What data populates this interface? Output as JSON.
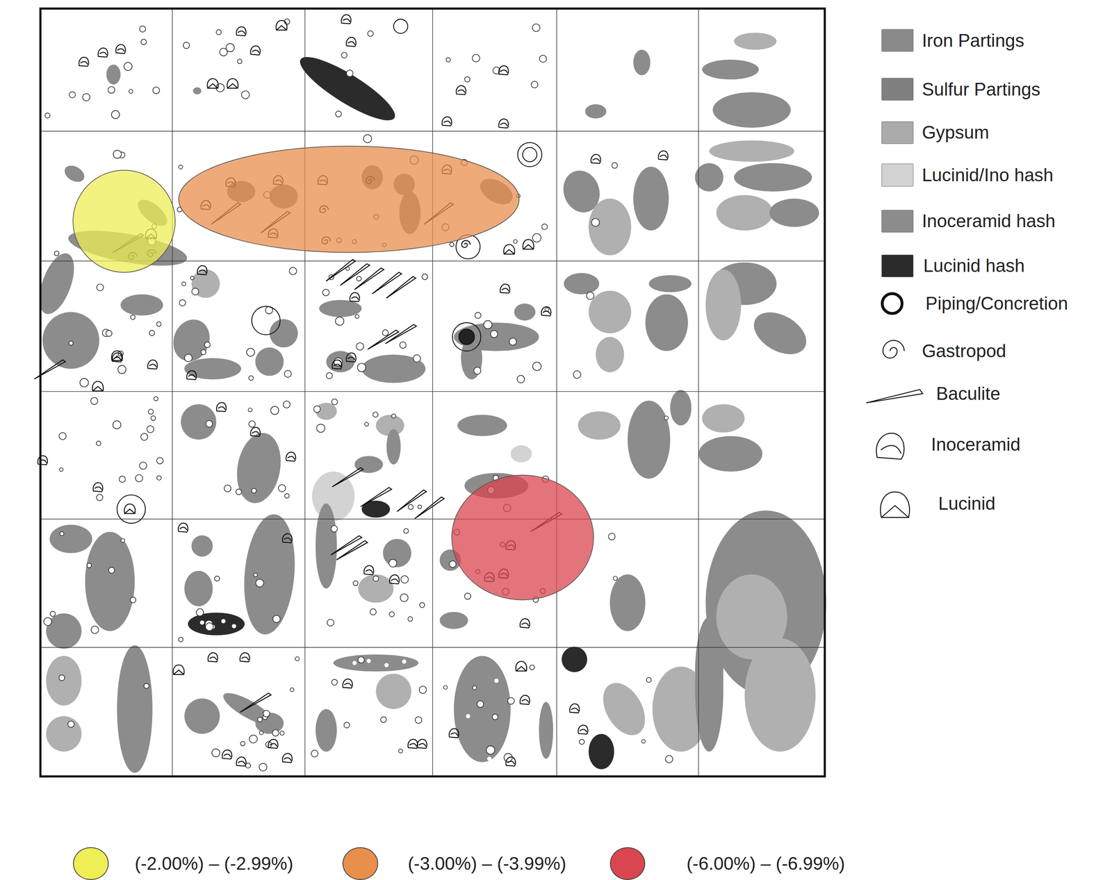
{
  "diagram": {
    "legend": [
      {
        "text": "Iron Partings",
        "color": "#8a8a8a"
      },
      {
        "text": "Sulfur Partings",
        "color": "#7f7f7f"
      },
      {
        "text": "Gypsum",
        "color": "#ababab"
      },
      {
        "text": "Lucinid/Ino hash",
        "color": "#d2d2d2"
      },
      {
        "text": "Inoceramid hash",
        "color": "#8c8c8c"
      },
      {
        "text": "Lucinid hash",
        "color": "#2b2b2b"
      },
      {
        "text": "Piping/Concretion"
      },
      {
        "text": "Gastropod"
      },
      {
        "text": "Baculite"
      },
      {
        "text": "Inoceramid"
      },
      {
        "text": "Lucinid"
      },
      {
        "text": "(-2.00%) – (-2.99%)",
        "color": "#eeee55"
      },
      {
        "text": "(-3.00%) – (-3.99%)",
        "color": "#e88f4c"
      },
      {
        "text": "(-6.00%) – (-6.99%)",
        "color": "#d9464f"
      }
    ]
  }
}
